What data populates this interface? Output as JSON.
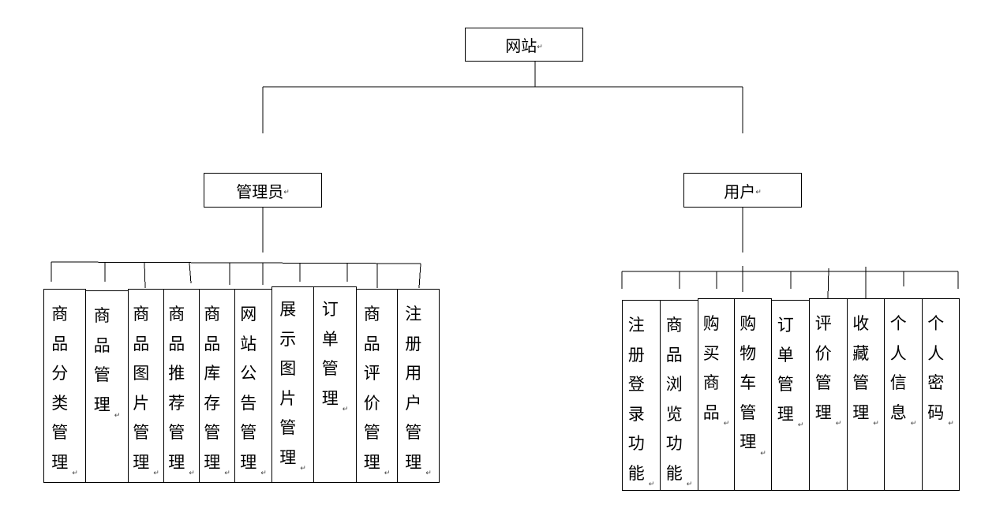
{
  "root": {
    "label": "网站"
  },
  "admin": {
    "label": "管理员",
    "children": [
      "商品分类管理",
      "商品管理",
      "商品图片管理",
      "商品推荐管理",
      "商品库存管理",
      "网站公告管理",
      "展示图片管理",
      "订单管理",
      "商品评价管理",
      "注册用户管理"
    ]
  },
  "user": {
    "label": "用户",
    "children": [
      "注册登录功能",
      "商品浏览功能",
      "购买商品",
      "购物车管理",
      "订单管理",
      "评价管理",
      "收藏管理",
      "个人信息",
      "个人密码"
    ]
  },
  "paragraph_mark": "↵"
}
